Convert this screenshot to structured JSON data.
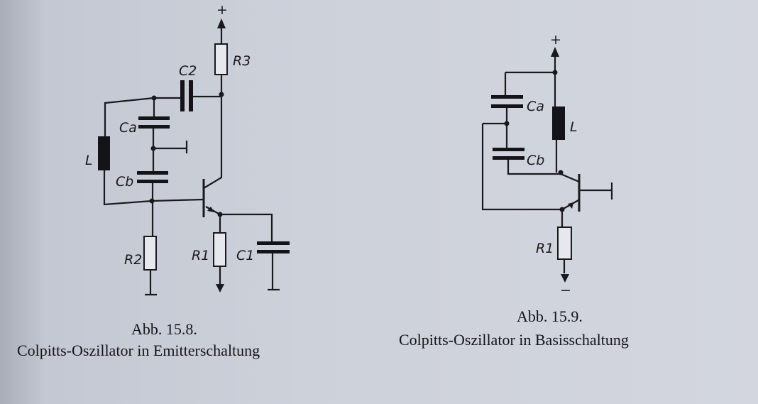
{
  "figure_left": {
    "caption_number": "Abb. 15.8.",
    "caption_title": "Colpitts-Oszillator in Emitterschaltung",
    "labels": {
      "plus": "+",
      "R3": "R3",
      "C2": "C2",
      "Ca": "Ca",
      "Cb": "Cb",
      "L": "L",
      "R2": "R2",
      "R1": "R1",
      "C1": "C1"
    }
  },
  "figure_right": {
    "caption_number": "Abb. 15.9.",
    "caption_title": "Colpitts-Oszillator in Basisschaltung",
    "labels": {
      "plus": "+",
      "minus": "−",
      "Ca": "Ca",
      "Cb": "Cb",
      "L": "L",
      "R1": "R1"
    }
  }
}
